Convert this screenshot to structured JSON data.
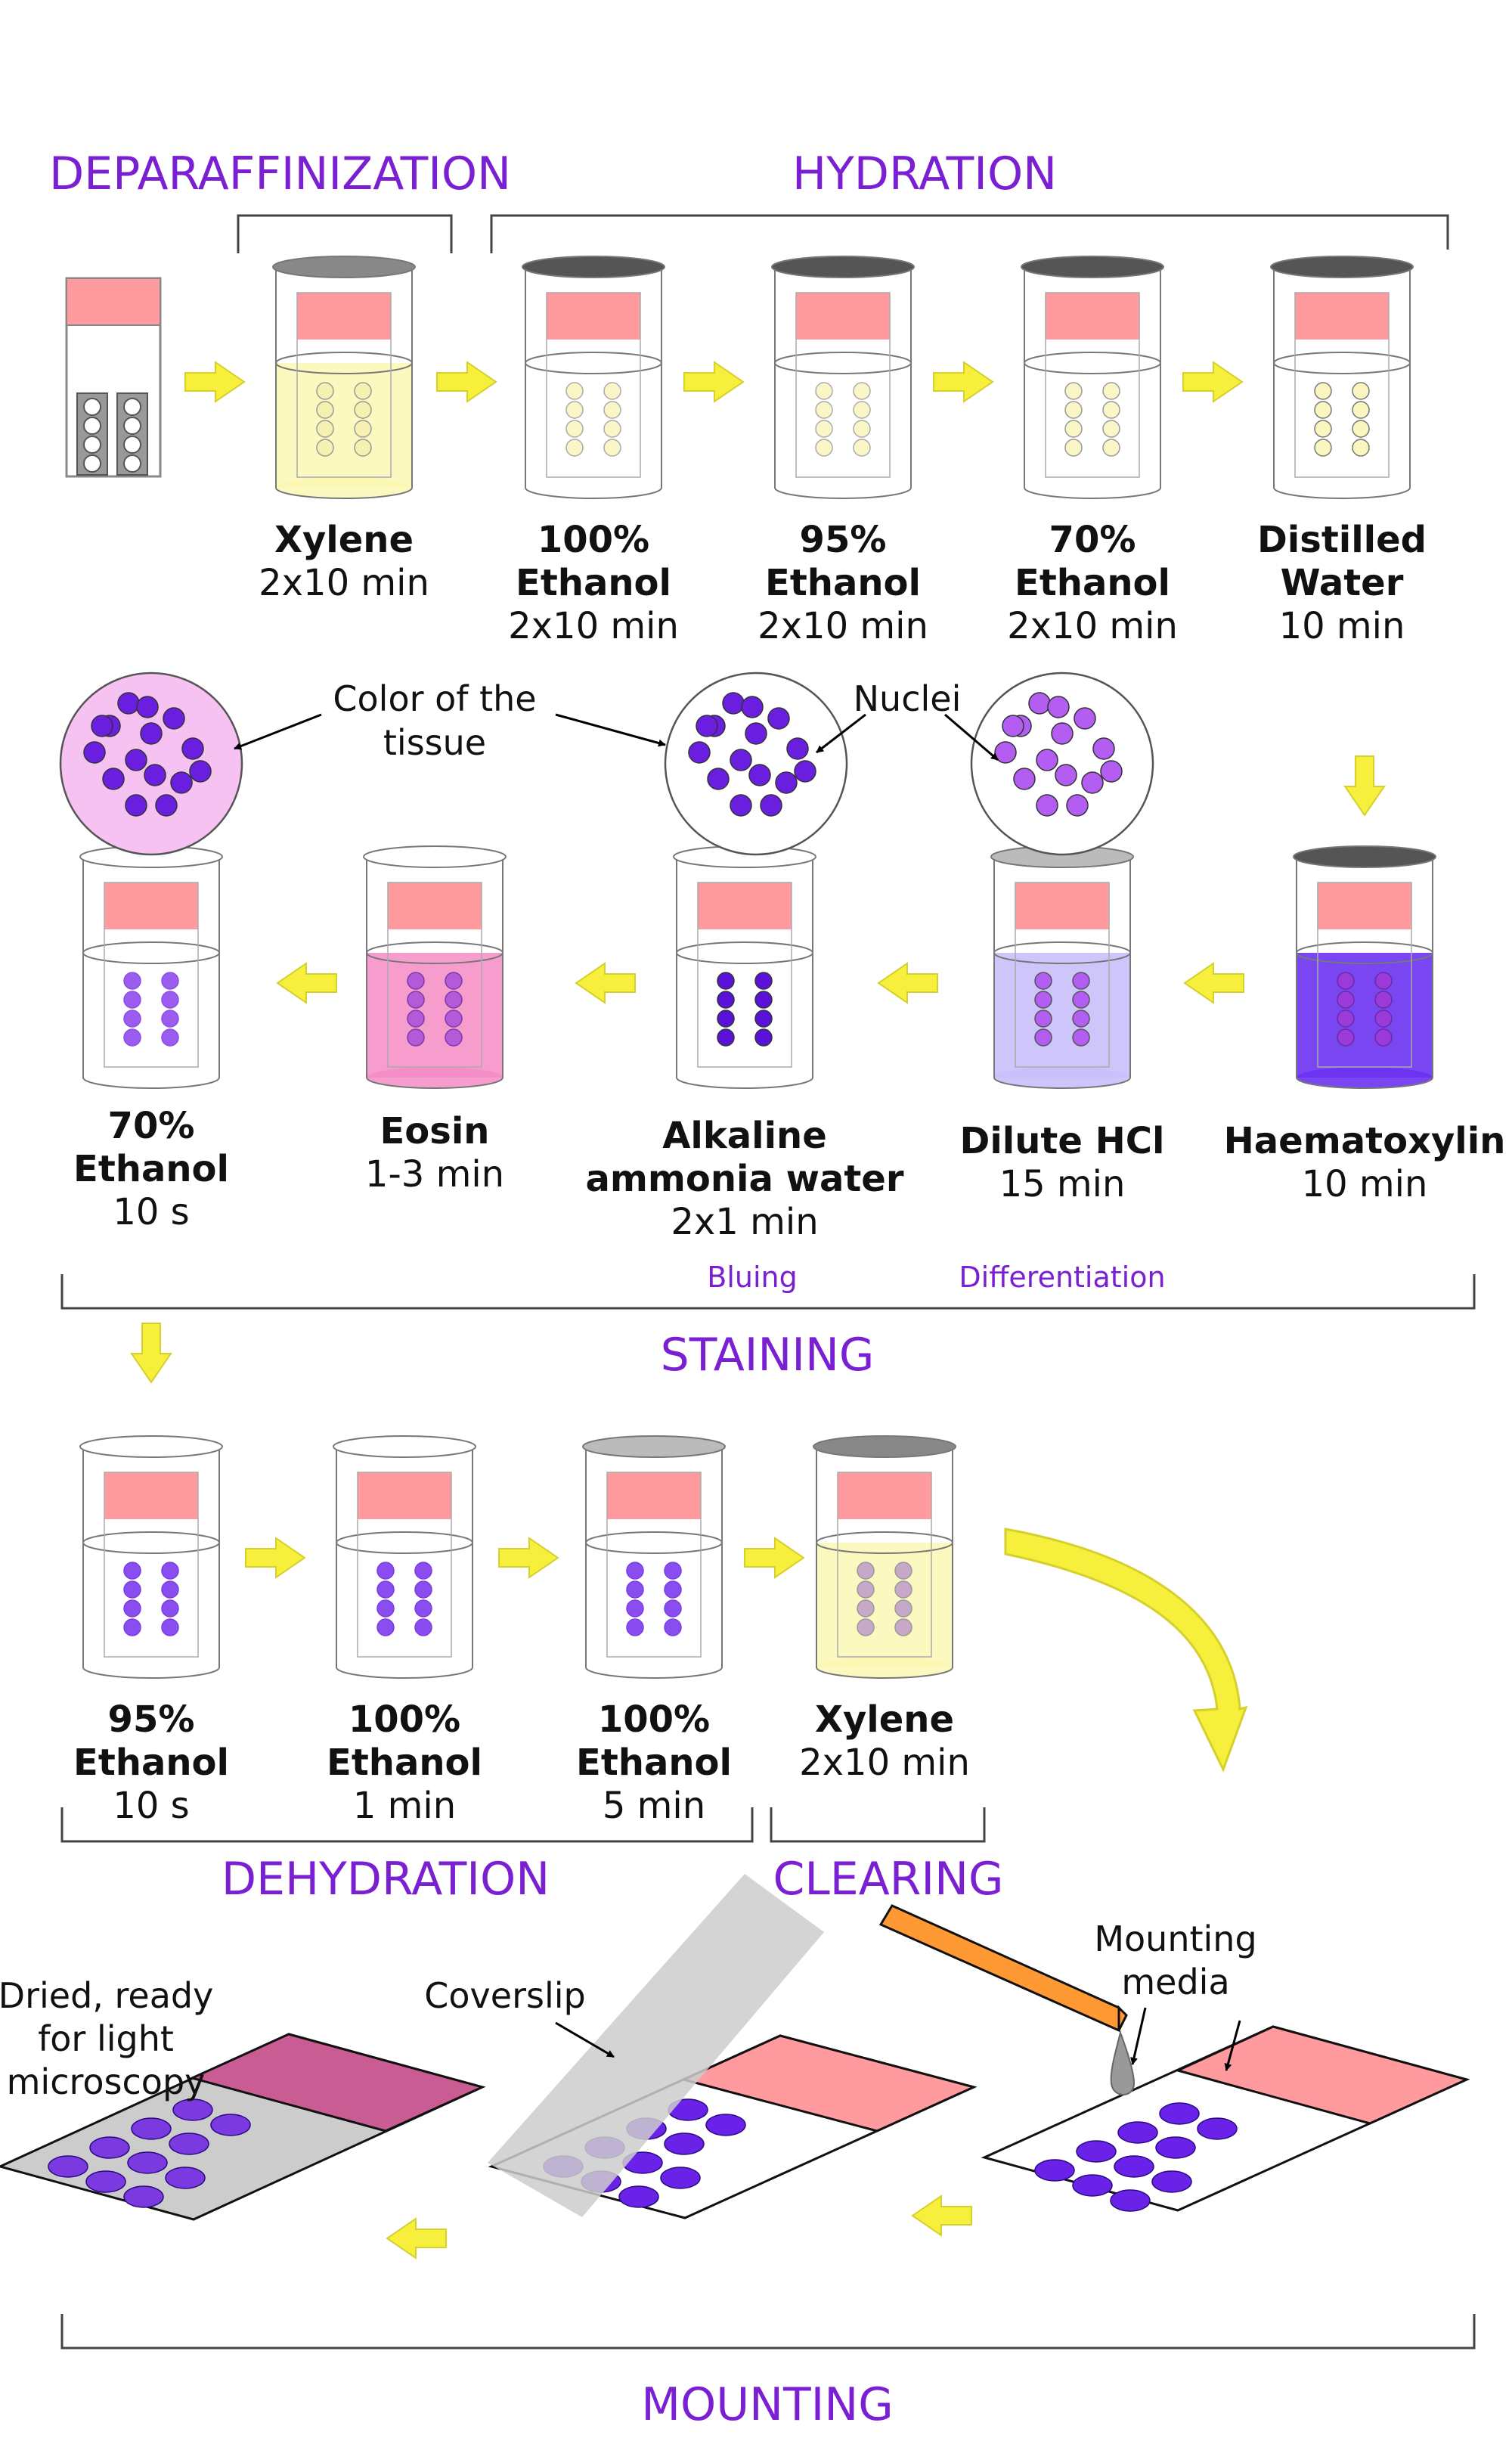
{
  "colors": {
    "section": "#7a1fd1",
    "arrow": "#f6f03c",
    "label_pink": "#ff9a9f",
    "xylene": "#fbf7b0",
    "haematoxylin": "#6a32f0",
    "dilute_hcl": "#c9c0fb",
    "eosin": "#f48cc6",
    "nucleus_dark": "#6a1fe0",
    "nucleus_light": "#b35df2",
    "coverslip": "#cccccc",
    "pipette": "#ff9933"
  },
  "sections": {
    "deparaffinization": "DEPARAFFINIZATION",
    "hydration": "HYDRATION",
    "staining": "STAINING",
    "dehydration": "DEHYDRATION",
    "clearing": "CLEARING",
    "mounting": "MOUNTING"
  },
  "row1": [
    {
      "line1": "Xylene",
      "line2": "2x10 min"
    },
    {
      "line1": "100%",
      "line2": "Ethanol",
      "line3": "2x10 min"
    },
    {
      "line1": "95%",
      "line2": "Ethanol",
      "line3": "2x10 min"
    },
    {
      "line1": "70%",
      "line2": "Ethanol",
      "line3": "2x10 min"
    },
    {
      "line1": "Distilled",
      "line2": "Water",
      "line3": "10 min"
    }
  ],
  "row2": [
    {
      "line1": "70%",
      "line2": "Ethanol",
      "line3": "10 s"
    },
    {
      "line1": "Eosin",
      "line2": "1-3 min"
    },
    {
      "line1": "Alkaline",
      "line2": "ammonia water",
      "line3": "2x1 min"
    },
    {
      "line1": "Dilute HCl",
      "line2": "15 min"
    },
    {
      "line1": "Haematoxylin",
      "line2": "10 min"
    }
  ],
  "row3": [
    {
      "line1": "95%",
      "line2": "Ethanol",
      "line3": "10 s"
    },
    {
      "line1": "100%",
      "line2": "Ethanol",
      "line3": "1 min"
    },
    {
      "line1": "100%",
      "line2": "Ethanol",
      "line3": "5 min"
    },
    {
      "line1": "Xylene",
      "line2": "2x10 min"
    }
  ],
  "annotations": {
    "color_line1": "Color of the",
    "color_line2": "tissue",
    "nuclei": "Nuclei",
    "bluing": "Bluing",
    "differentiation": "Differentiation",
    "coverslip": "Coverslip",
    "mounting_line1": "Mounting",
    "mounting_line2": "media",
    "dried_line1": "Dried, ready",
    "dried_line2": "for light",
    "dried_line3": "microscopy"
  }
}
